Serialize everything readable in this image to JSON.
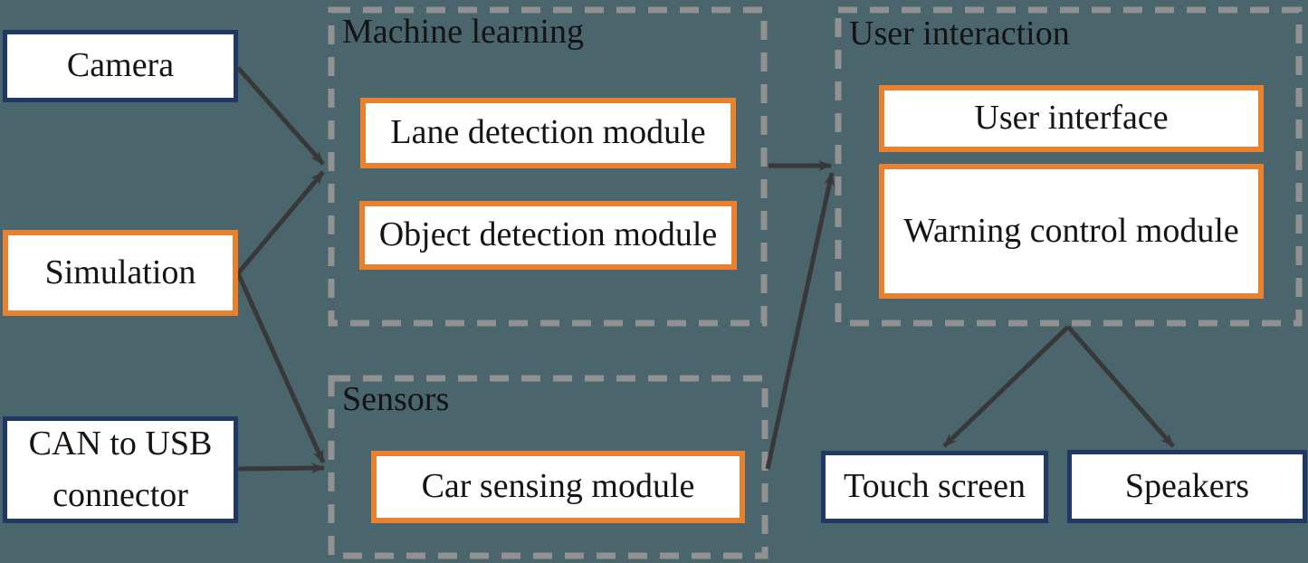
{
  "groups": {
    "machine_learning": {
      "label": "Machine learning"
    },
    "sensors": {
      "label": "Sensors"
    },
    "user_interaction": {
      "label": "User interaction"
    }
  },
  "nodes": {
    "camera": {
      "label": "Camera",
      "border": "navy"
    },
    "simulation": {
      "label": "Simulation",
      "border": "orange"
    },
    "can_to_usb": {
      "label": "CAN to USB connector",
      "border": "navy"
    },
    "lane_detection": {
      "label": "Lane detection module",
      "border": "orange",
      "group": "machine_learning"
    },
    "object_detection": {
      "label": "Object detection module",
      "border": "orange",
      "group": "machine_learning"
    },
    "car_sensing": {
      "label": "Car sensing module",
      "border": "orange",
      "group": "sensors"
    },
    "user_interface": {
      "label": "User interface",
      "border": "orange",
      "group": "user_interaction"
    },
    "warning_control": {
      "label": "Warning control module",
      "border": "orange",
      "group": "user_interaction"
    },
    "touch_screen": {
      "label": "Touch screen",
      "border": "navy"
    },
    "speakers": {
      "label": "Speakers",
      "border": "navy"
    }
  },
  "edges": [
    {
      "from": "camera",
      "to": "machine_learning"
    },
    {
      "from": "simulation",
      "to": "machine_learning"
    },
    {
      "from": "simulation",
      "to": "sensors"
    },
    {
      "from": "can_to_usb",
      "to": "sensors"
    },
    {
      "from": "machine_learning",
      "to": "user_interaction"
    },
    {
      "from": "car_sensing",
      "to": "user_interaction"
    },
    {
      "from": "warning_control",
      "to": "touch_screen"
    },
    {
      "from": "warning_control",
      "to": "speakers"
    }
  ],
  "colors": {
    "background": "#4a656b",
    "navy_border": "#203864",
    "orange_border": "#e8802d",
    "dashed_border": "#919191",
    "arrow": "#383838",
    "text": "#141414",
    "node_fill": "#ffffff"
  }
}
